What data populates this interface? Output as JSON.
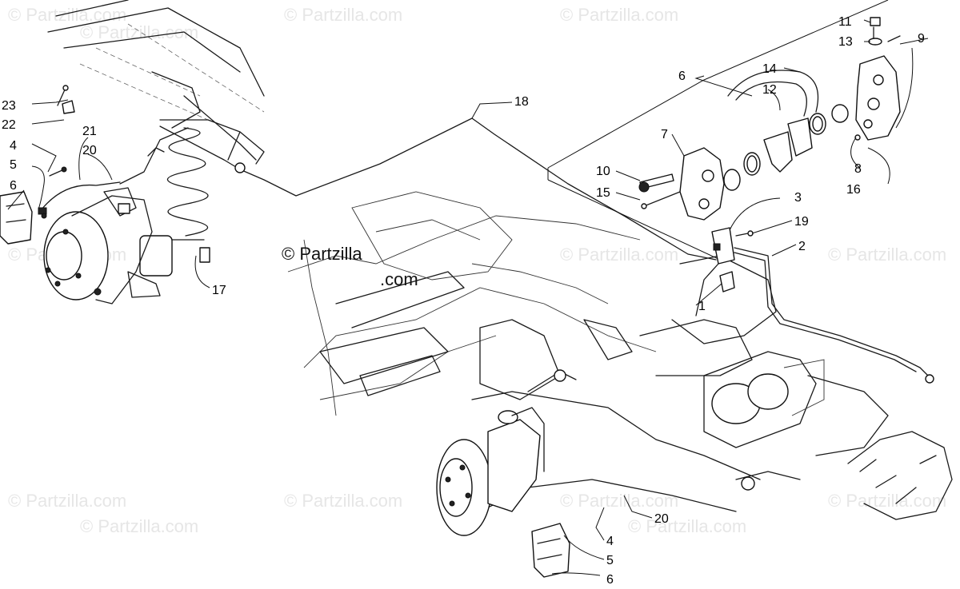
{
  "watermark": {
    "text": "© Partzilla.com",
    "main_line1": "© Partzilla",
    "main_line2": ".com"
  },
  "callouts": {
    "c1": "1",
    "c2": "2",
    "c3": "3",
    "c4a": "4",
    "c5a": "5",
    "c6a": "6",
    "c6b": "6",
    "c7": "7",
    "c8": "8",
    "c9": "9",
    "c10": "10",
    "c11": "11",
    "c12": "12",
    "c13": "13",
    "c14": "14",
    "c15": "15",
    "c16": "16",
    "c17": "17",
    "c18": "18",
    "c19": "19",
    "c20a": "20",
    "c21": "21",
    "c22": "22",
    "c23": "23",
    "c4b": "4",
    "c5b": "5",
    "c6c": "6",
    "c20b": "20"
  }
}
